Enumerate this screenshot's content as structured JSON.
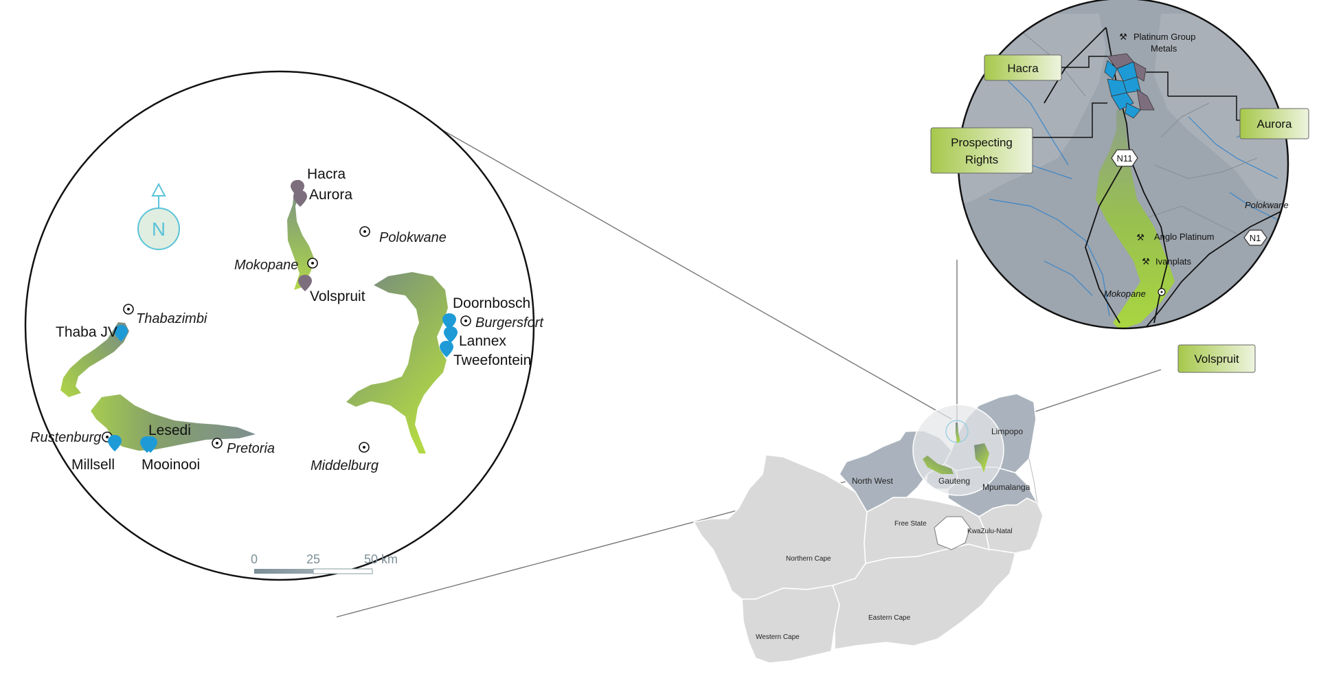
{
  "colors": {
    "mine_blue": "#1e9bd7",
    "mine_grey": "#7d6e7e",
    "bushveld_dark": "#7a8c8c",
    "bushveld_light": "#a8d24a",
    "limpopo_fill": "#9ea6b0",
    "sa_fill": "#d8d8d8",
    "north_arrow": "#5bc3d9",
    "label_box": "#a8c94a"
  },
  "north_arrow": {
    "letter": "N",
    "icon": "north-arrow-icon"
  },
  "scale_bar": {
    "labels": [
      "0",
      "25",
      "50 km"
    ]
  },
  "large_map": {
    "towns": [
      {
        "name": "Polokwane"
      },
      {
        "name": "Mokopane"
      },
      {
        "name": "Thabazimbi"
      },
      {
        "name": "Burgersfort"
      },
      {
        "name": "Rustenburg"
      },
      {
        "name": "Pretoria"
      },
      {
        "name": "Middelburg"
      }
    ],
    "mines": [
      {
        "name": "Hacra",
        "group": "grey"
      },
      {
        "name": "Aurora",
        "group": "grey"
      },
      {
        "name": "Volspruit",
        "group": "grey"
      },
      {
        "name": "Doornbosch",
        "group": "blue"
      },
      {
        "name": "Lannex",
        "group": "blue"
      },
      {
        "name": "Tweefontein",
        "group": "blue"
      },
      {
        "name": "Thaba JV",
        "group": "blue"
      },
      {
        "name": "Lesedi",
        "group": "blue"
      },
      {
        "name": "Millsell",
        "group": "blue"
      },
      {
        "name": "Mooinooi",
        "group": "blue"
      }
    ]
  },
  "detail_map": {
    "boxes": {
      "hacra": "Hacra",
      "aurora": "Aurora",
      "prospecting_line1": "Prospecting",
      "prospecting_line2": "Rights",
      "volspruit": "Volspruit"
    },
    "labels": {
      "pgm_line1": "Platinum Group",
      "pgm_line2": "Metals",
      "anglo": "Anglo Platinum",
      "ivanplats": "Ivanplats",
      "mokopane": "Mokopane",
      "polokwane": "Polokwane",
      "n11": "N11",
      "n1": "N1"
    }
  },
  "provinces": {
    "limpopo": "Limpopo",
    "north_west": "North West",
    "gauteng": "Gauteng",
    "mpumalanga": "Mpumalanga",
    "free_state": "Free State",
    "kwazulu_natal": "KwaZulu-Natal",
    "northern_cape": "Northern Cape",
    "eastern_cape": "Eastern Cape",
    "western_cape": "Western Cape"
  }
}
